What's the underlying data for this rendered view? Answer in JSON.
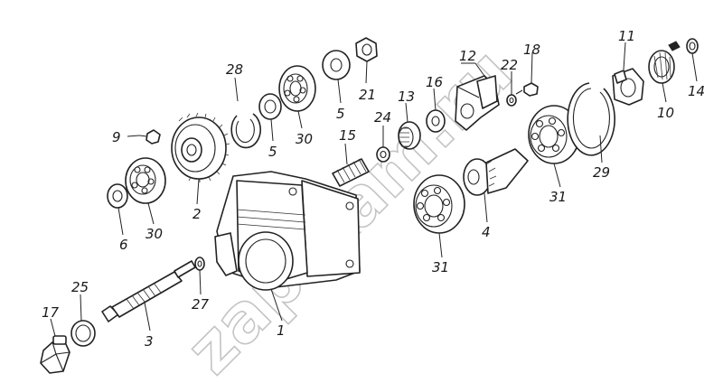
{
  "watermark": "zap-kam.ru",
  "callouts": [
    {
      "id": "l28",
      "text": "28"
    },
    {
      "id": "l21",
      "text": "21"
    },
    {
      "id": "l5a",
      "text": "5"
    },
    {
      "id": "l5b",
      "text": "5"
    },
    {
      "id": "l30a",
      "text": "30"
    },
    {
      "id": "l9",
      "text": "9"
    },
    {
      "id": "l2",
      "text": "2"
    },
    {
      "id": "l6",
      "text": "6"
    },
    {
      "id": "l30b",
      "text": "30"
    },
    {
      "id": "l15",
      "text": "15"
    },
    {
      "id": "l24",
      "text": "24"
    },
    {
      "id": "l13",
      "text": "13"
    },
    {
      "id": "l16",
      "text": "16"
    },
    {
      "id": "l12",
      "text": "12"
    },
    {
      "id": "l22",
      "text": "22"
    },
    {
      "id": "l18",
      "text": "18"
    },
    {
      "id": "l11",
      "text": "11"
    },
    {
      "id": "l14",
      "text": "14"
    },
    {
      "id": "l10",
      "text": "10"
    },
    {
      "id": "l29",
      "text": "29"
    },
    {
      "id": "l31a",
      "text": "31"
    },
    {
      "id": "l4",
      "text": "4"
    },
    {
      "id": "l31b",
      "text": "31"
    },
    {
      "id": "l1",
      "text": "1"
    },
    {
      "id": "l27",
      "text": "27"
    },
    {
      "id": "l3",
      "text": "3"
    },
    {
      "id": "l25",
      "text": "25"
    },
    {
      "id": "l17",
      "text": "17"
    }
  ]
}
